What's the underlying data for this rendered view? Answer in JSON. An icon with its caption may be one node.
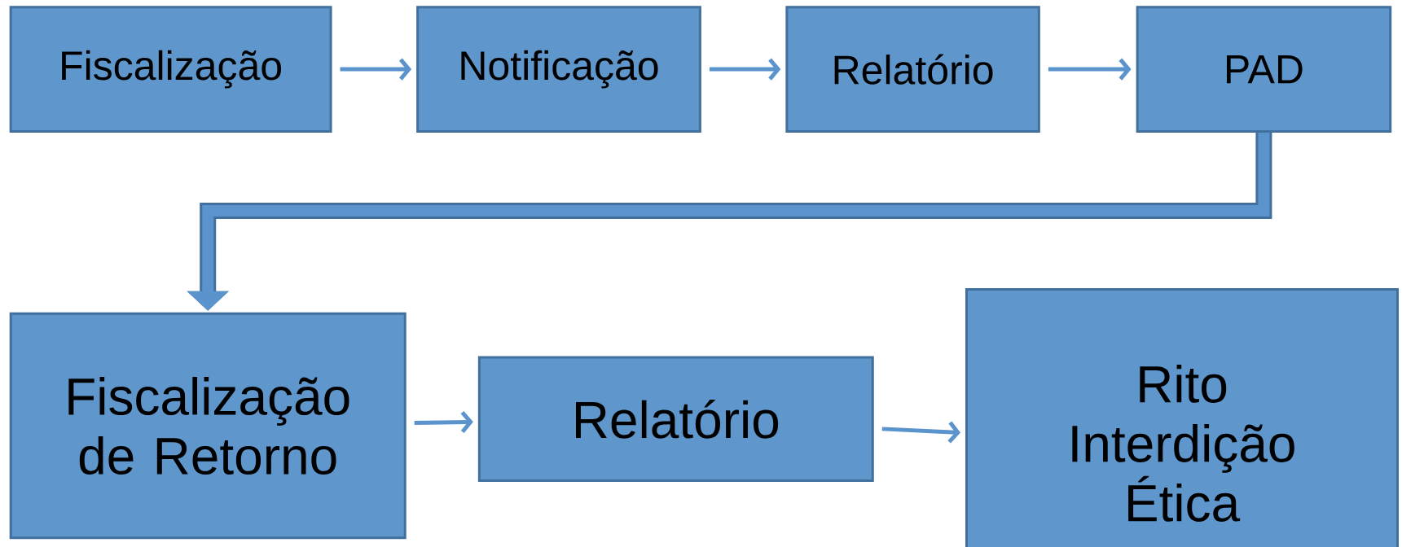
{
  "diagram": {
    "nodes": [
      {
        "text": [
          "Fiscalização"
        ]
      },
      {
        "text": [
          "Notificação"
        ]
      },
      {
        "text": [
          "Relatório"
        ]
      },
      {
        "text": [
          "PAD"
        ]
      },
      {
        "text": [
          "Fiscalização de Retorno"
        ]
      },
      {
        "text": [
          "Relatório"
        ]
      },
      {
        "text": [
          "Rito Interdição Ética"
        ]
      }
    ],
    "edges": [
      {
        "from": 0,
        "to": 1,
        "arrow": "to"
      },
      {
        "from": 1,
        "to": 2,
        "arrow": "to"
      },
      {
        "from": 2,
        "to": 3,
        "arrow": "to"
      },
      {
        "from": 3,
        "to": 4,
        "arrow": "to",
        "style": "thick"
      },
      {
        "from": 4,
        "to": 5,
        "arrow": "to"
      },
      {
        "from": 5,
        "to": 6,
        "arrow": "to"
      }
    ]
  }
}
